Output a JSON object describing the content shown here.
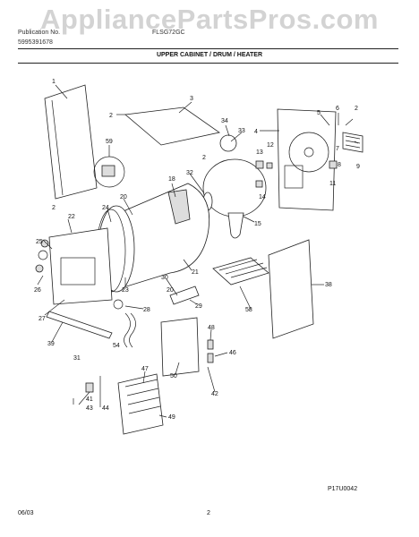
{
  "watermark": "AppliancePartsPros.com",
  "header": {
    "publication_label": "Publication No.",
    "publication_no": "5995391678",
    "model": "FLSG72GC",
    "section_title": "UPPER CABINET / DRUM / HEATER"
  },
  "footer": {
    "date": "06/03",
    "page": "2",
    "drawing_id": "P17U0042"
  },
  "callouts": [
    "1",
    "2",
    "3",
    "2",
    "34",
    "33",
    "4",
    "5",
    "6",
    "2",
    "7",
    "8",
    "9",
    "13",
    "12",
    "14",
    "11",
    "59",
    "32",
    "18",
    "2",
    "20",
    "24",
    "22",
    "15",
    "25",
    "26",
    "21",
    "38",
    "30",
    "23",
    "20",
    "29",
    "58",
    "27",
    "28",
    "39",
    "54",
    "48",
    "46",
    "31",
    "50",
    "42",
    "47",
    "43",
    "41",
    "44",
    "49"
  ],
  "colors": {
    "ink": "#111111",
    "rule": "#222222",
    "watermark": "#afafaf"
  }
}
